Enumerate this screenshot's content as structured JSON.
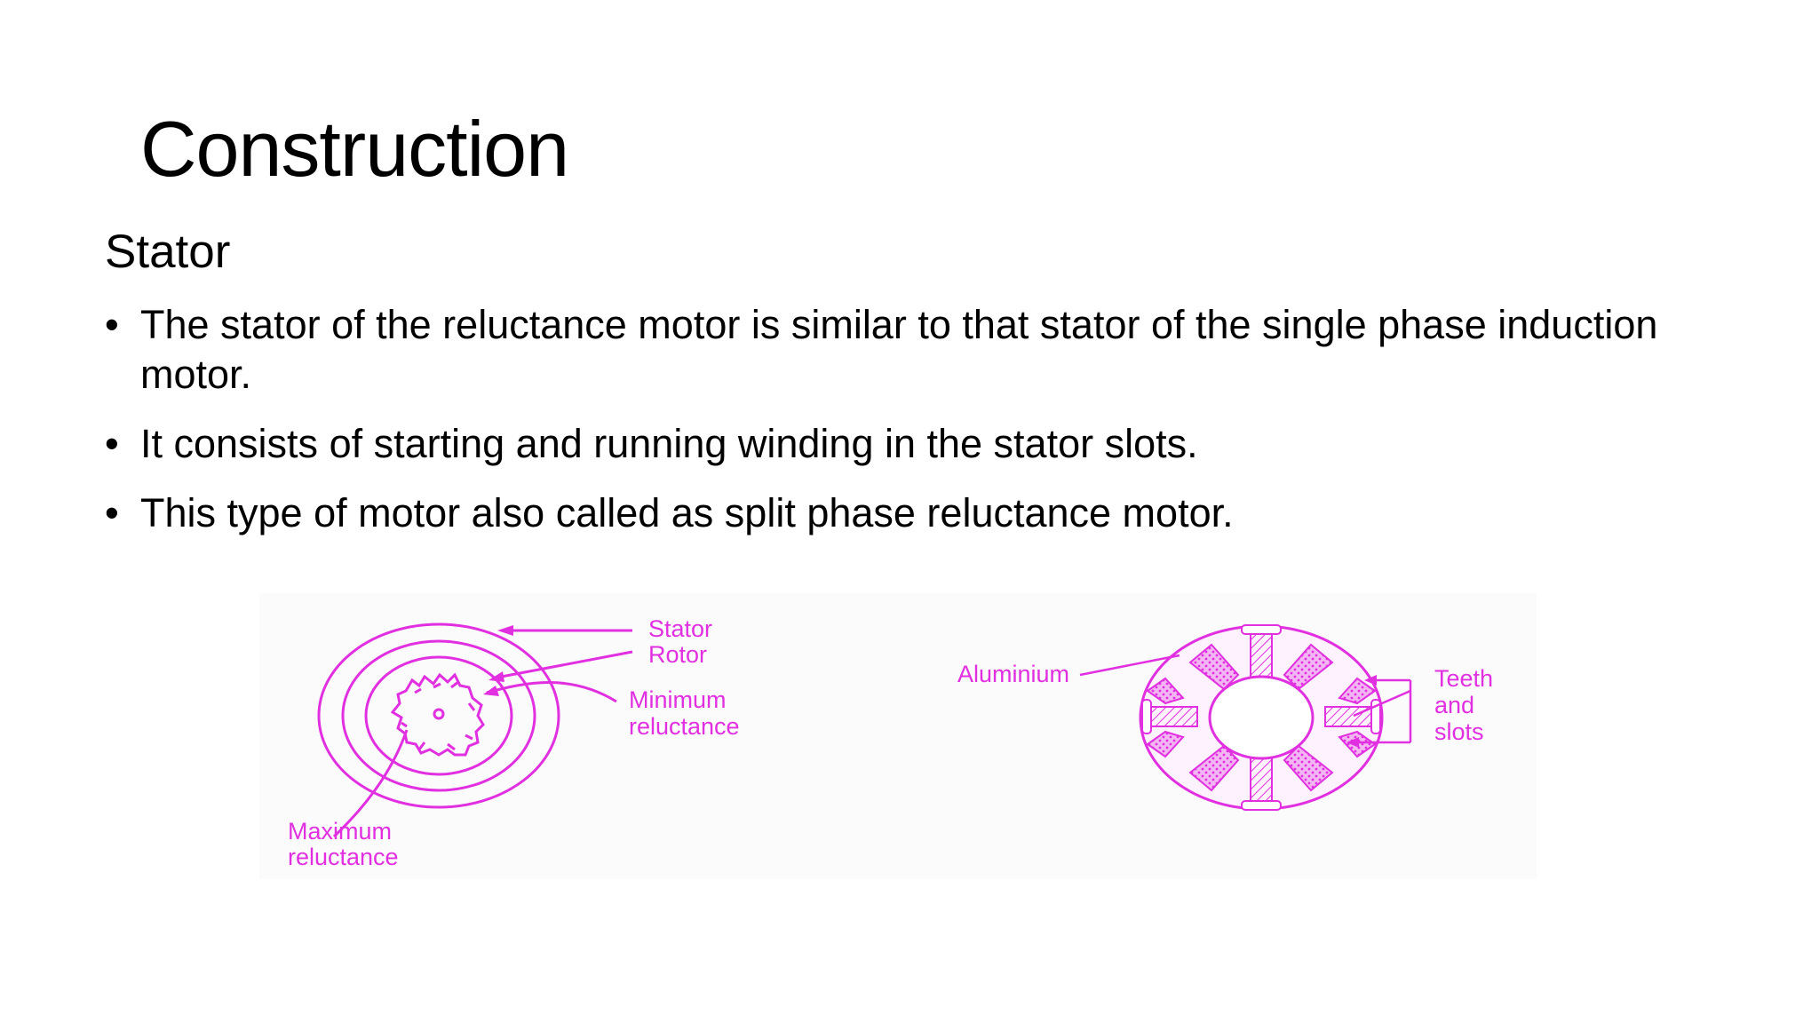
{
  "slide": {
    "title": "Construction",
    "subtitle": "Stator",
    "bullet_symbol": "•",
    "bullets": [
      "The stator of the reluctance motor is similar to that stator of the single phase induction motor.",
      "It consists of starting and running winding in the stator slots.",
      "This type of motor also called as split phase reluctance motor."
    ]
  },
  "figure": {
    "color": "#e030e0",
    "left_diagram": {
      "label_stator": "Stator",
      "label_rotor": "Rotor",
      "label_min_line1": "Minimum",
      "label_min_line2": "reluctance",
      "label_max_line1": "Maximum",
      "label_max_line2": "reluctance"
    },
    "right_diagram": {
      "label_aluminium": "Aluminium",
      "label_teeth_line1": "Teeth",
      "label_teeth_line2": "and",
      "label_teeth_line3": "slots"
    }
  }
}
